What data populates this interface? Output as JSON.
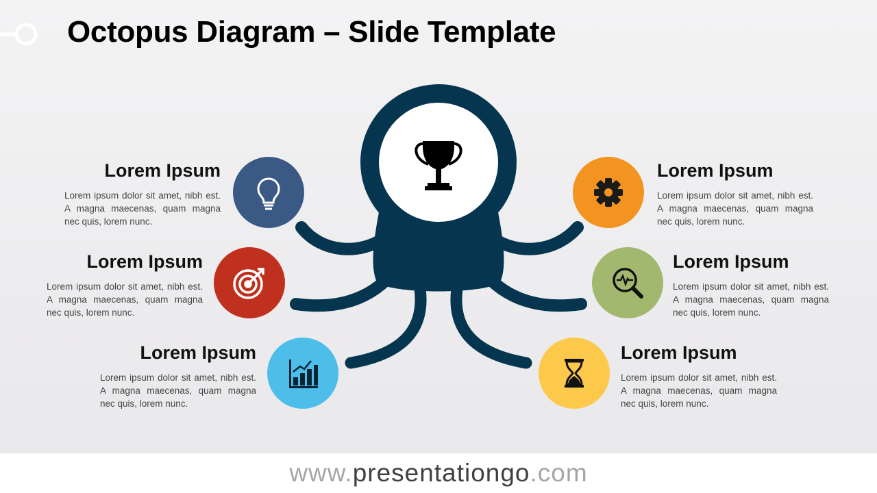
{
  "title": "Octopus Diagram – Slide Template",
  "center": {
    "icon": "trophy-icon",
    "color": "#06364f"
  },
  "items": [
    {
      "side": "left",
      "title": "Lorem Ipsum",
      "text": "Lorem ipsum dolor sit amet, nibh est. A magna maecenas, quam magna nec quis, lorem nunc.",
      "icon": "lightbulb-icon",
      "color": "#3a5a85"
    },
    {
      "side": "left",
      "title": "Lorem Ipsum",
      "text": "Lorem ipsum dolor sit amet, nibh est. A magna maecenas, quam magna nec quis, lorem nunc.",
      "icon": "target-icon",
      "color": "#c0301e"
    },
    {
      "side": "left",
      "title": "Lorem Ipsum",
      "text": "Lorem ipsum dolor sit amet, nibh est. A magna maecenas, quam magna nec quis, lorem nunc.",
      "icon": "bar-chart-icon",
      "color": "#4dbde9"
    },
    {
      "side": "right",
      "title": "Lorem Ipsum",
      "text": "Lorem ipsum dolor sit amet, nibh est. A magna maecenas, quam magna nec quis, lorem nunc.",
      "icon": "gear-icon",
      "color": "#f39320"
    },
    {
      "side": "right",
      "title": "Lorem Ipsum",
      "text": "Lorem ipsum dolor sit amet, nibh est. A magna maecenas, quam magna nec quis, lorem nunc.",
      "icon": "magnifier-pulse-icon",
      "color": "#a1b86e"
    },
    {
      "side": "right",
      "title": "Lorem Ipsum",
      "text": "Lorem ipsum dolor sit amet, nibh est. A magna maecenas, quam magna nec quis, lorem nunc.",
      "icon": "hourglass-icon",
      "color": "#fdc94a"
    }
  ],
  "footer": {
    "prefix": "www.",
    "domain": "presentationgo",
    "suffix": ".com"
  }
}
